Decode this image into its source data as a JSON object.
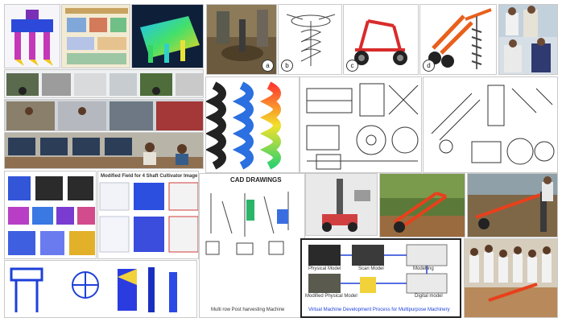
{
  "collage": {
    "badges": [
      "a",
      "b",
      "c",
      "d"
    ],
    "cad_heading": "CAD DRAWINGS",
    "plot_title": "Multi row Post harvesting Machine",
    "table_caption": "Modified Field for 4 Shaft Cultivator Image",
    "bottom_caption": "Virtual Machine Development Process for Multipurpose Machinery",
    "flow_labels": [
      "Physical Model",
      "Scan Model",
      "Modelling",
      "Modified Physical Model",
      "Digital model"
    ],
    "colors": {
      "tractor_red": "#d92b2b",
      "machine_orange": "#e8601c",
      "cad_blue": "#1e40d8",
      "field_green": "#4f8a2e",
      "soil_brown": "#9a6b3f"
    }
  }
}
